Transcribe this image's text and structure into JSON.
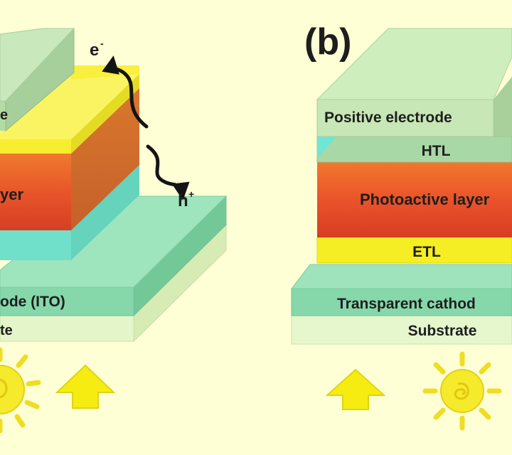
{
  "panel_a": {
    "layers": {
      "electrode": "e",
      "active": "yer",
      "anode": "ode (ITO)",
      "substrate": "te"
    },
    "electron": "e",
    "electron_sup": "-",
    "hole": "h",
    "hole_sup": "+"
  },
  "panel_b": {
    "label": "(b)",
    "layers": {
      "positive_electrode": "Positive electrode",
      "htl": "HTL",
      "photoactive": "Photoactive layer",
      "etl": "ETL",
      "cathode": "Transparent cathod",
      "substrate": "Substrate"
    }
  },
  "colors": {
    "background": "#ffffd6",
    "electrode": "#bfe1b4",
    "yellow_layer": "#f7f033",
    "photoactive": "#ea5a28",
    "cyan_layer": "#74e3cc",
    "transparent_electrode": "#7ed5a8",
    "substrate": "#e3f6c8",
    "htl": "#a9d9a9",
    "arrow": "#f6ec12",
    "sun": "#f5ea2c"
  },
  "icons": [
    "sun-icon",
    "up-arrow-icon",
    "curved-arrow-icon"
  ]
}
